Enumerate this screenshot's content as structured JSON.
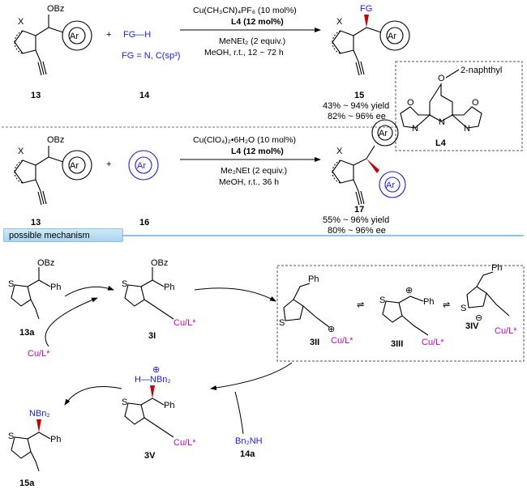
{
  "reaction1": {
    "substrate_label": "13",
    "substrate_groups": {
      "leaving": "OBz",
      "hetero": "X",
      "aryl": "Ar"
    },
    "reagent_formula": "FG—H",
    "reagent_fg_def": "FG = N, C(sp³)",
    "reagent_label": "14",
    "plus": "+",
    "conditions_top": [
      "Cu(CH₃CN)₄PF₆ (10 mol%)",
      "L4 (12 mol%)"
    ],
    "conditions_bottom": [
      "MeNEt₂ (2 equiv.)",
      "MeOH, r.t., 12 ~ 72 h"
    ],
    "product_label": "15",
    "product_groups": {
      "fg": "FG",
      "hetero": "X",
      "aryl": "Ar"
    },
    "yield": "43% ~ 94% yield",
    "ee": "82% ~ 96% ee"
  },
  "ligand": {
    "label": "L4",
    "substituent": "2-naphthyl",
    "atoms": {
      "o": "O",
      "n": "N"
    }
  },
  "reaction2": {
    "substrate_label": "13",
    "substrate_groups": {
      "leaving": "OBz",
      "hetero": "X",
      "aryl": "Ar"
    },
    "reagent_label": "16",
    "reagent_aryl": "Ar",
    "plus": "+",
    "conditions_top": [
      "Cu(ClO₄)₂•6H₂O (10 mol%)",
      "L4 (12 mol%)"
    ],
    "conditions_bottom": [
      "Me₂NEt (2 equiv.)",
      "MeOH, r.t., 36 h"
    ],
    "product_label": "17",
    "product_groups": {
      "hetero": "X",
      "aryl1": "Ar",
      "aryl2": "Ar"
    },
    "yield": "55% ~ 96% yield",
    "ee": "80% ~ 96% ee"
  },
  "mechanism": {
    "banner": "possible mechanism",
    "catalyst": "Cu/L*",
    "species": [
      {
        "id": "13a",
        "groups": [
          "S",
          "OBz",
          "Ph"
        ]
      },
      {
        "id": "3I",
        "groups": [
          "S",
          "OBz",
          "Ph",
          "Cu/L*"
        ]
      },
      {
        "id": "3II",
        "groups": [
          "S",
          "Ph",
          "Cu/L*"
        ],
        "charge": "⊕"
      },
      {
        "id": "3III",
        "groups": [
          "S",
          "Ph",
          "Cu/L*"
        ],
        "charge": "⊕"
      },
      {
        "id": "3IV",
        "groups": [
          "S",
          "Ph",
          "Cu/L*"
        ],
        "charge": "⊖"
      },
      {
        "id": "3V",
        "groups": [
          "S",
          "H—NBn₂",
          "Ph",
          "Cu/L*"
        ],
        "charge": "⊕"
      },
      {
        "id": "15a",
        "groups": [
          "S",
          "NBn₂",
          "Ph"
        ]
      }
    ],
    "nucleophile": {
      "formula": "Bn₂NH",
      "label": "14a"
    }
  }
}
